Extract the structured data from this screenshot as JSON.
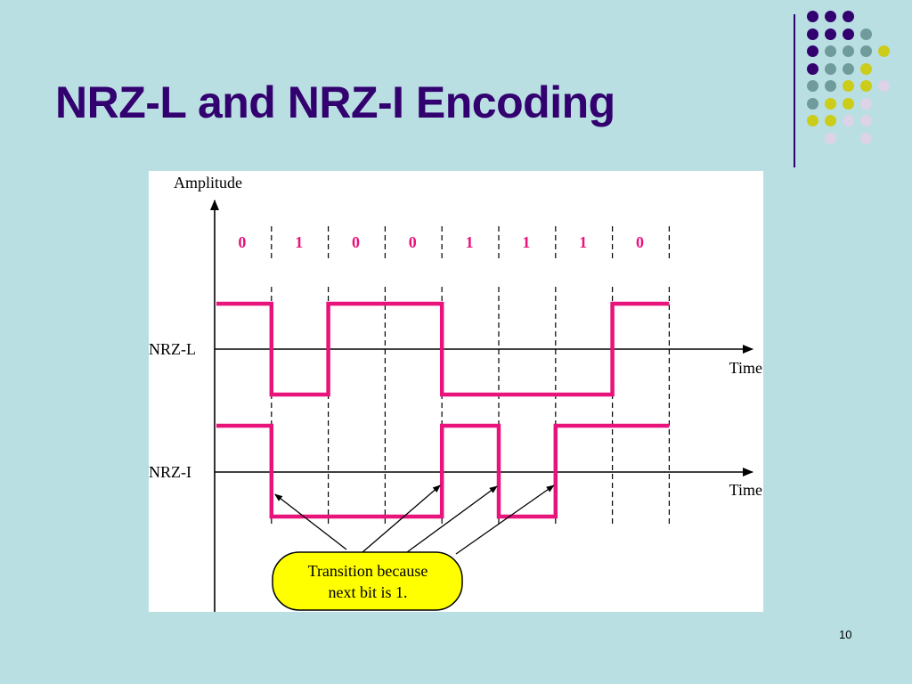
{
  "slide": {
    "title": "NRZ-L and NRZ-I Encoding",
    "page_number": "10"
  },
  "diagram": {
    "amplitude_label": "Amplitude",
    "bits": [
      "0",
      "1",
      "0",
      "0",
      "1",
      "1",
      "1",
      "0"
    ],
    "signals": [
      {
        "label": "NRZ-L",
        "axis_label": "Time",
        "levels": [
          1,
          0,
          1,
          1,
          0,
          0,
          0,
          1
        ]
      },
      {
        "label": "NRZ-I",
        "axis_label": "Time",
        "levels": [
          1,
          0,
          0,
          0,
          1,
          0,
          1,
          1
        ]
      }
    ],
    "callout_lines": [
      "Transition because",
      "next bit is 1."
    ]
  },
  "colors": {
    "background": "#b9dfe3",
    "title": "#33006f",
    "signal": "#e8137b",
    "bit_label": "#e8137b",
    "callout_fill": "#ffff00",
    "decor_dots": [
      "#33006f",
      "#6f9b9b",
      "#cccc1a",
      "#dcd3e8"
    ]
  }
}
